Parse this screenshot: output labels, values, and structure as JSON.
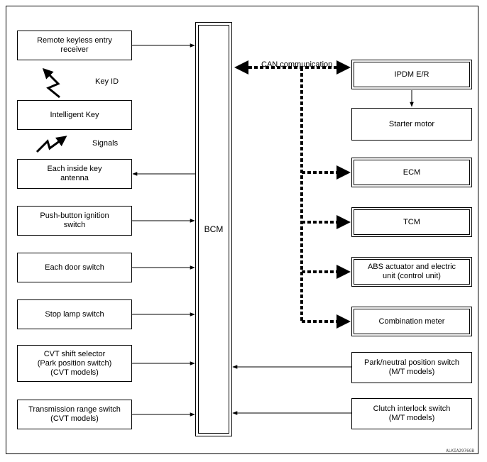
{
  "bcm": {
    "label": "BCM"
  },
  "left_boxes": [
    {
      "id": "remote-keyless-entry-receiver",
      "label": "Remote keyless entry\nreceiver"
    },
    {
      "id": "intelligent-key",
      "label": "Intelligent Key"
    },
    {
      "id": "each-inside-key-antenna",
      "label": "Each inside key\nantenna"
    },
    {
      "id": "push-button-ignition-switch",
      "label": "Push-button ignition\nswitch"
    },
    {
      "id": "each-door-switch",
      "label": "Each door switch"
    },
    {
      "id": "stop-lamp-switch",
      "label": "Stop lamp switch"
    },
    {
      "id": "cvt-shift-selector",
      "label": "CVT shift selector\n(Park position switch)\n(CVT models)"
    },
    {
      "id": "transmission-range-switch",
      "label": "Transmission range switch\n(CVT models)"
    }
  ],
  "signal_labels": {
    "key_id": "Key ID",
    "signals": "Signals"
  },
  "can_label": "CAN communication",
  "right_boxes": [
    {
      "id": "ipdm-er",
      "label": "IPDM E/R"
    },
    {
      "id": "starter-motor",
      "label": "Starter motor"
    },
    {
      "id": "ecm",
      "label": "ECM"
    },
    {
      "id": "tcm",
      "label": "TCM"
    },
    {
      "id": "abs-actuator",
      "label": "ABS actuator and electric\nunit (control unit)"
    },
    {
      "id": "combination-meter",
      "label": "Combination meter"
    },
    {
      "id": "park-neutral-position-switch",
      "label": "Park/neutral position switch\n(M/T models)"
    },
    {
      "id": "clutch-interlock-switch",
      "label": "Clutch interlock switch\n(M/T models)"
    }
  ],
  "figure_code": "ALKIA2976GB"
}
